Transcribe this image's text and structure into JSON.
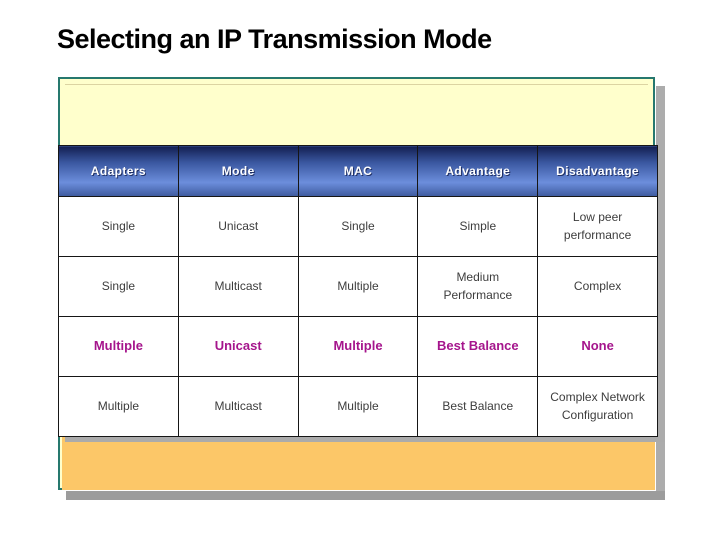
{
  "slide": {
    "title": "Selecting an IP Transmission Mode"
  },
  "table": {
    "headers": [
      "Adapters",
      "Mode",
      "MAC",
      "Advantage",
      "Disadvantage"
    ],
    "rows": [
      {
        "emphasized": false,
        "cells": [
          "Single",
          "Unicast",
          "Single",
          "Simple",
          "Low peer performance"
        ]
      },
      {
        "emphasized": false,
        "cells": [
          "Single",
          "Multicast",
          "Multiple",
          "Medium Performance",
          "Complex"
        ]
      },
      {
        "emphasized": true,
        "cells": [
          "Multiple",
          "Unicast",
          "Multiple",
          "Best Balance",
          "None"
        ]
      },
      {
        "emphasized": false,
        "cells": [
          "Multiple",
          "Multicast",
          "Multiple",
          "Best Balance",
          "Complex Network Configuration"
        ]
      }
    ]
  },
  "colors": {
    "panel_fill": "#ffffcc",
    "panel_border": "#26786e",
    "footer_bar": "#fcc768",
    "header_gradient_top": "#131f52",
    "header_gradient_light": "#6c8edc",
    "header_text": "#ffffff",
    "body_text": "#3d3d3d",
    "emphasis_text": "#a5158c",
    "drop_shadow": "#ababab"
  }
}
